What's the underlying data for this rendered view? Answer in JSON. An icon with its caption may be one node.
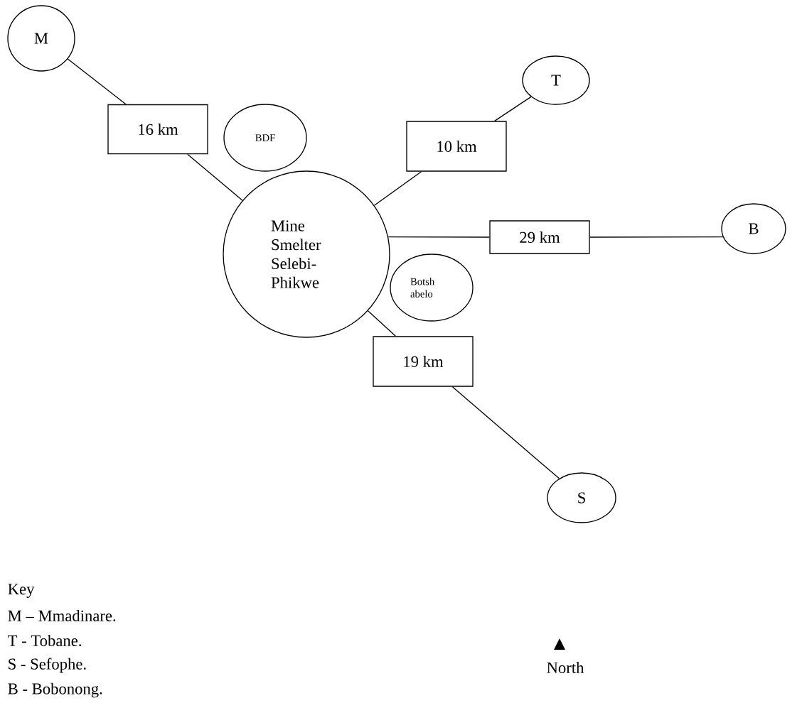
{
  "diagram": {
    "nodes": [
      {
        "text": [
          "M"
        ]
      },
      {
        "text": [
          "16 km"
        ]
      },
      {
        "text": [
          "BDF"
        ]
      },
      {
        "text": [
          "T"
        ]
      },
      {
        "text": [
          "10 km"
        ]
      },
      {
        "text": [
          "Mine Smelter Selebi-Phikwe"
        ]
      },
      {
        "text": [
          "29 km"
        ]
      },
      {
        "text": [
          "B"
        ]
      },
      {
        "text": [
          "Botsh abelo"
        ]
      },
      {
        "text": [
          "19 km"
        ]
      },
      {
        "text": [
          "S"
        ]
      }
    ],
    "edges": [
      {
        "from": 0,
        "to": 1,
        "arrow": "none"
      },
      {
        "from": 1,
        "to": 5,
        "arrow": "none"
      },
      {
        "from": 5,
        "to": 4,
        "arrow": "none"
      },
      {
        "from": 4,
        "to": 3,
        "arrow": "none"
      },
      {
        "from": 5,
        "to": 6,
        "arrow": "none"
      },
      {
        "from": 6,
        "to": 7,
        "arrow": "none"
      },
      {
        "from": 5,
        "to": 9,
        "arrow": "none"
      },
      {
        "from": 9,
        "to": 10,
        "arrow": "none"
      }
    ],
    "labels": [
      "Key",
      "M – Mmadinare.",
      "T - Tobane.",
      "S - Sefophe.",
      "B - Bobonong.",
      "North"
    ]
  }
}
